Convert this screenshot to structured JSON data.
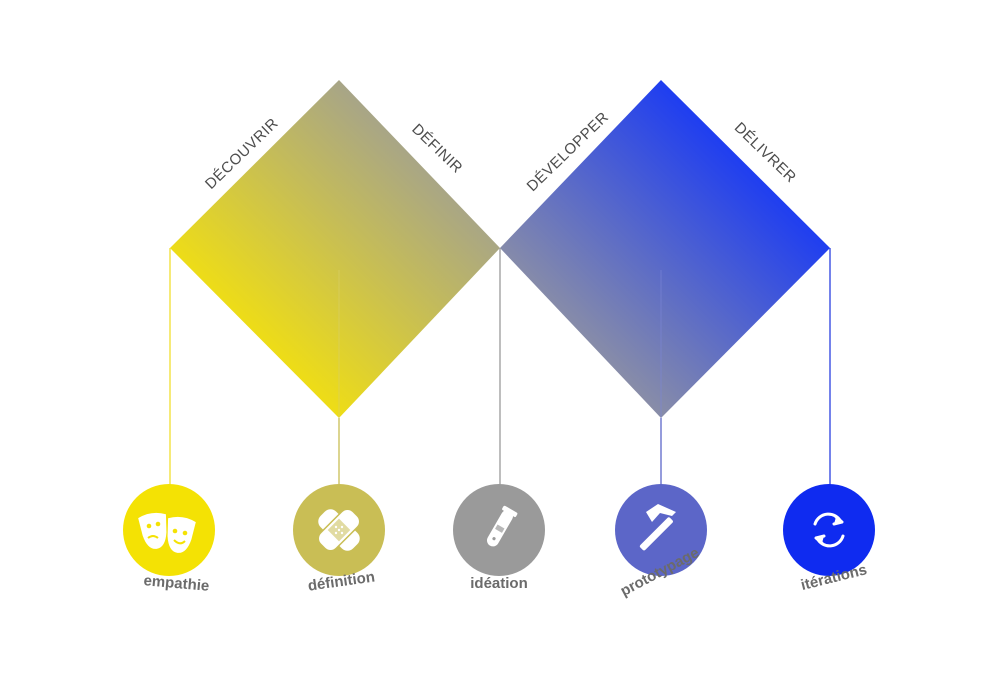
{
  "phases": [
    {
      "label": "DÉCOUVRIR"
    },
    {
      "label": "DÉFINIR"
    },
    {
      "label": "DÉVELOPPER"
    },
    {
      "label": "DÉLIVRER"
    }
  ],
  "steps": [
    {
      "label": "empathie",
      "icon": "theater-masks-icon",
      "color": "#F4E204"
    },
    {
      "label": "définition",
      "icon": "bandage-icon",
      "color": "#C9BE55"
    },
    {
      "label": "idéation",
      "icon": "test-tube-icon",
      "color": "#9A9A9A"
    },
    {
      "label": "prototypage",
      "icon": "hammer-icon",
      "color": "#5C66C8"
    },
    {
      "label": "itérations",
      "icon": "cycle-arrows-icon",
      "color": "#0F2BF0"
    }
  ],
  "colors": {
    "yellow": "#FCE800",
    "gray": "#9B9B9B",
    "blue": "#0A2EFF",
    "text": "#4D4D4D"
  }
}
